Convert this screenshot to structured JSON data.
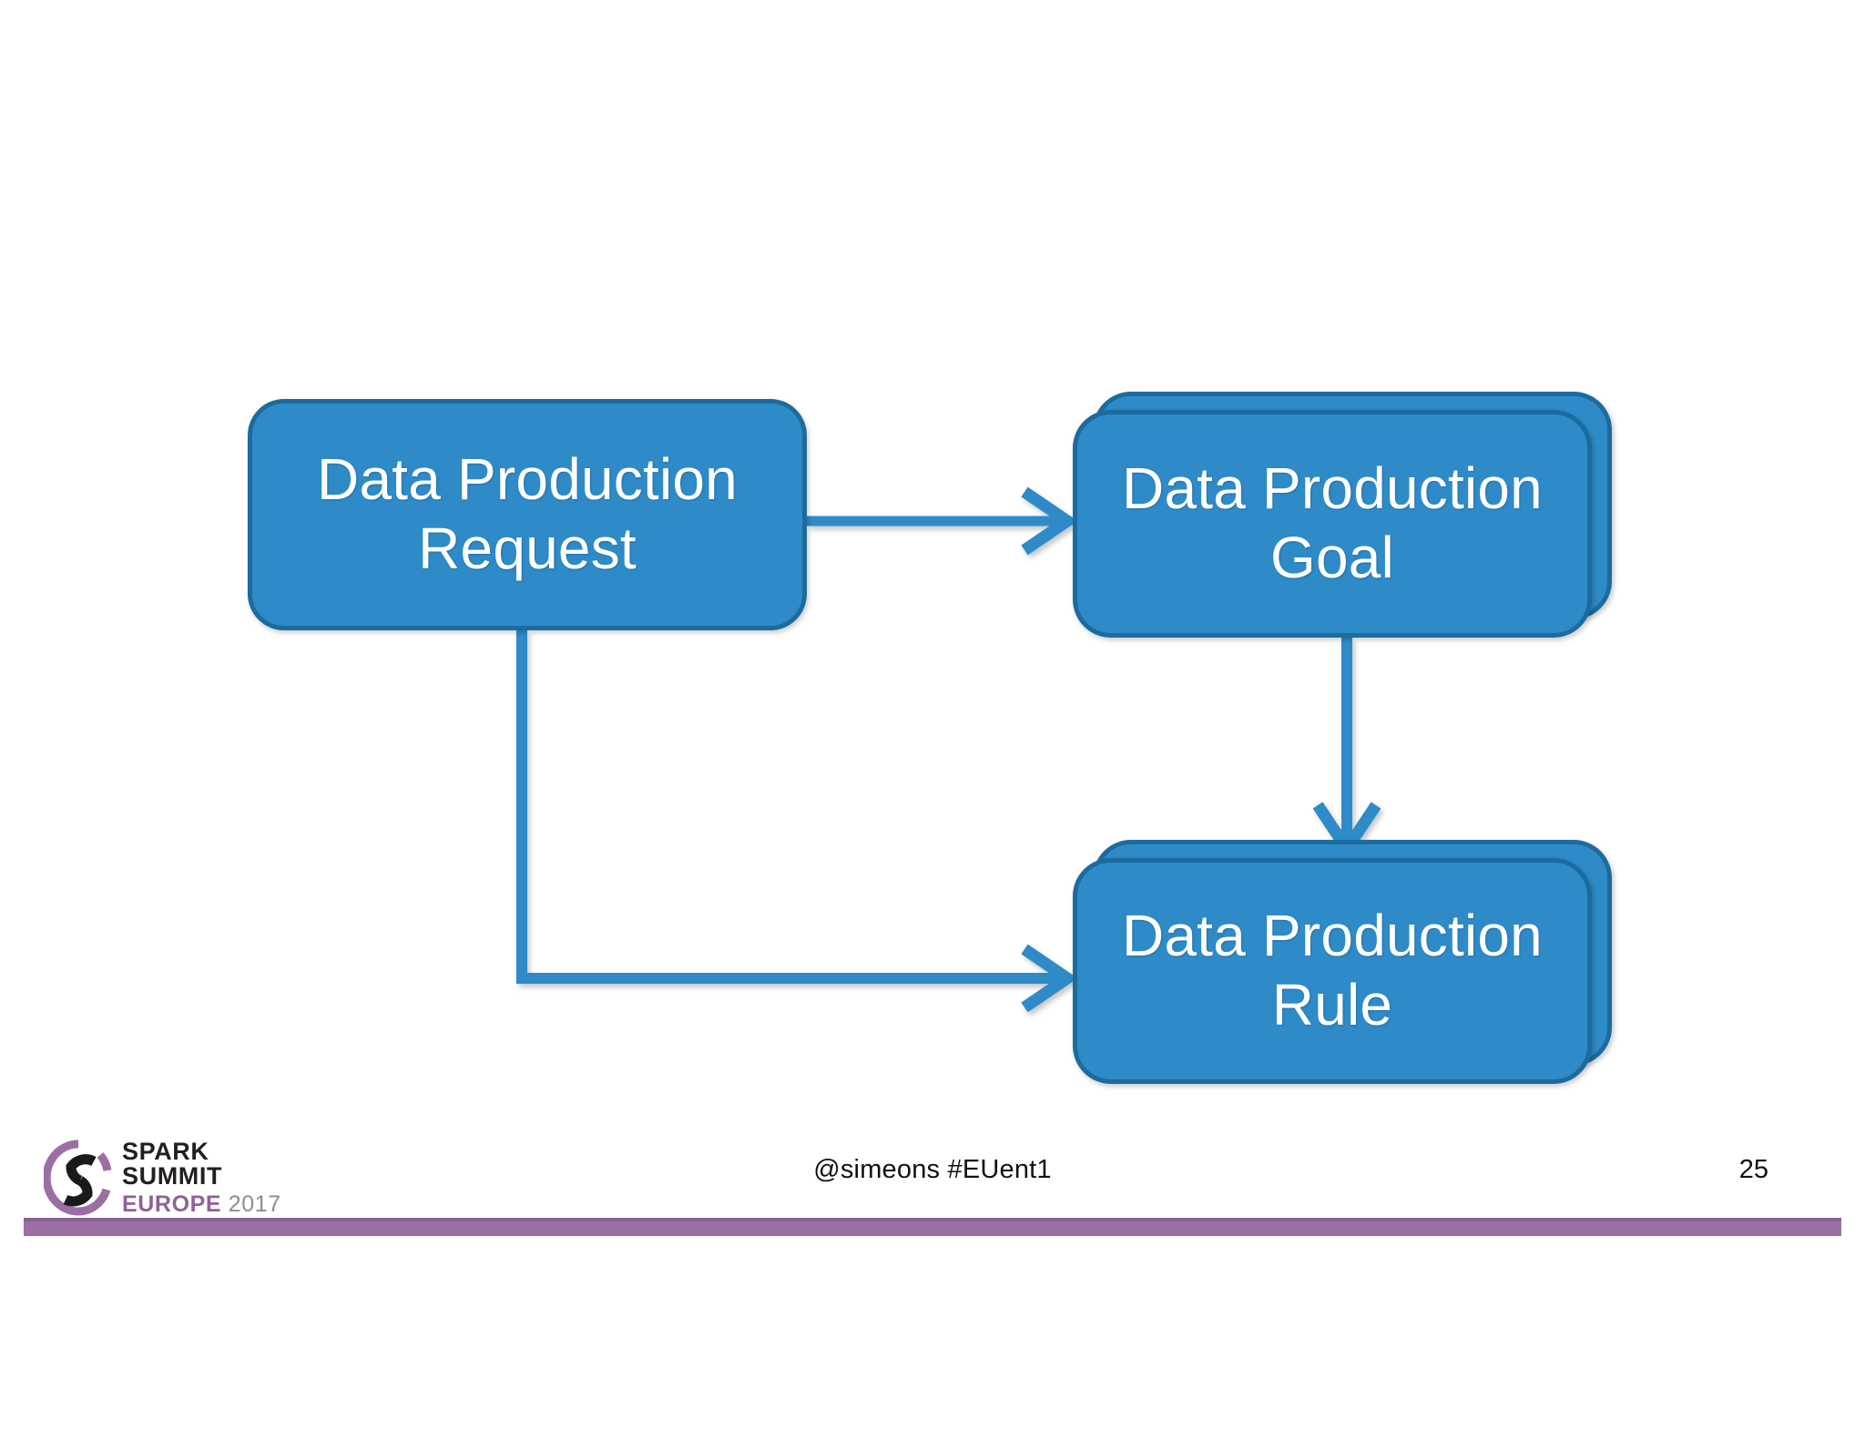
{
  "slide": {
    "background_color": "#ffffff",
    "page_number": "25",
    "footer_handle": "@simeons #EUent1"
  },
  "brand": {
    "logo_line1": "SPARK SUMMIT",
    "logo_europe": "EUROPE",
    "logo_year": "2017",
    "purple": "#9b6fa3",
    "logo_mark_name": "spark-summit-swoosh-logo"
  },
  "diagram": {
    "type": "flowchart",
    "node_fill": "#2e8bc8",
    "node_border": "#1c6b9e",
    "connector_color": "#2e8bc8",
    "label_color": "#ffffff",
    "nodes": [
      {
        "id": "request",
        "label": "Data Production\nRequest",
        "stacked": false
      },
      {
        "id": "goal",
        "label": "Data Production\nGoal",
        "stacked": true
      },
      {
        "id": "rule",
        "label": "Data Production\nRule",
        "stacked": true
      }
    ],
    "edges": [
      {
        "from": "request",
        "to": "goal",
        "style": "straight-horizontal-arrow"
      },
      {
        "from": "goal",
        "to": "rule",
        "style": "straight-vertical-arrow"
      },
      {
        "from": "request",
        "to": "rule",
        "style": "elbow-down-then-right-arrow"
      }
    ]
  }
}
